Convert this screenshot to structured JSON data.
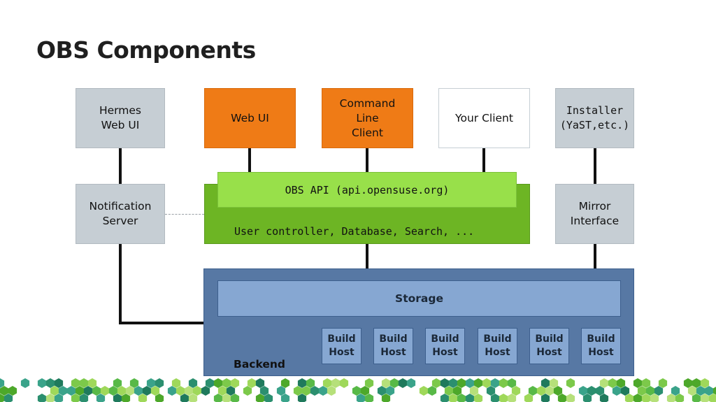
{
  "title": "OBS Components",
  "clients": {
    "hermes": "Hermes\nWeb UI",
    "webui": "Web UI",
    "cli": "Command\nLine\nClient",
    "your_client": "Your Client",
    "installer": "Installer\n(YaST,etc.)"
  },
  "notification_server": "Notification\nServer",
  "mirror_interface": "Mirror\nInterface",
  "api": {
    "label": "OBS API (api.opensuse.org)",
    "sublabel": "User controller, Database, Search, ..."
  },
  "backend": {
    "label": "Backend",
    "storage": "Storage",
    "build_hosts": [
      "Build\nHost",
      "Build\nHost",
      "Build\nHost",
      "Build\nHost",
      "Build\nHost",
      "Build\nHost"
    ]
  },
  "colors": {
    "orange": "#ef7b16",
    "green_dark": "#6db524",
    "green_light": "#98e04a",
    "backend_blue": "#5778a4",
    "storage_blue": "#86a7d2",
    "gray": "#c6ced4"
  }
}
